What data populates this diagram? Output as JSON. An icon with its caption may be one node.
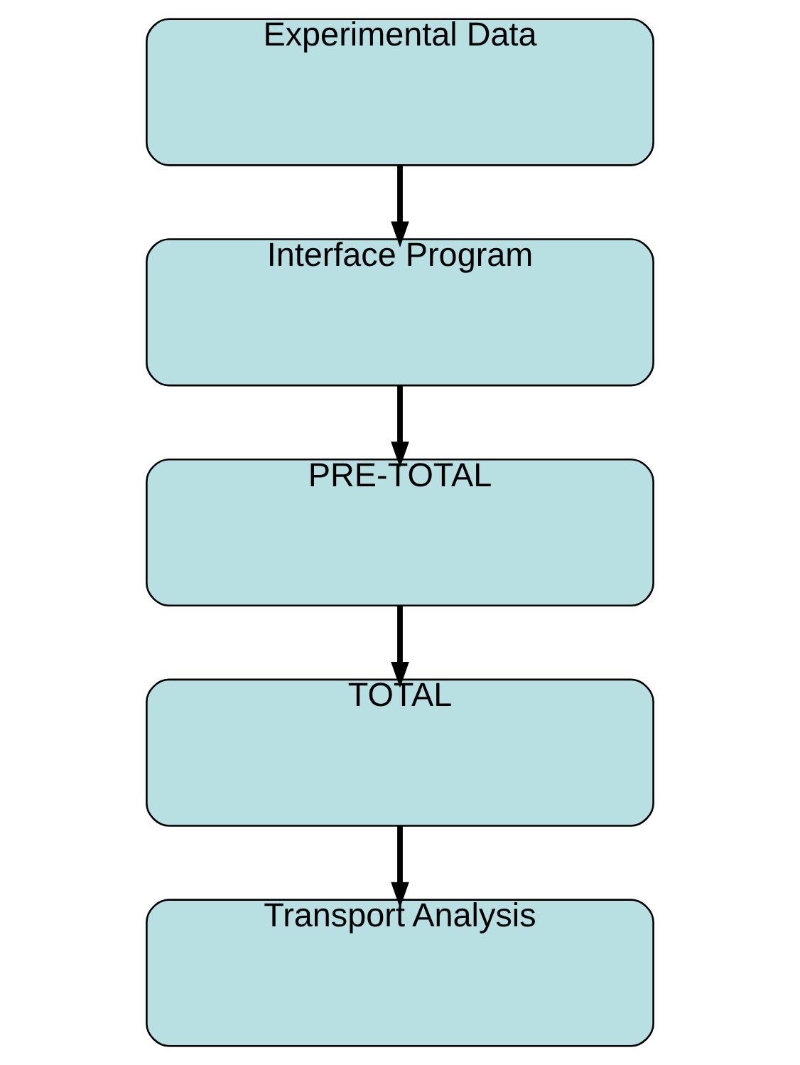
{
  "diagram": {
    "nodes": [
      {
        "text": [
          "Experimental Data"
        ]
      },
      {
        "text": [
          "Interface Program"
        ]
      },
      {
        "text": [
          "PRE-TOTAL"
        ]
      },
      {
        "text": [
          "TOTAL"
        ]
      },
      {
        "text": [
          "Transport Analysis"
        ]
      }
    ],
    "edges": [
      {
        "from": 0,
        "to": 1,
        "arrow": "to"
      },
      {
        "from": 1,
        "to": 2,
        "arrow": "to"
      },
      {
        "from": 2,
        "to": 3,
        "arrow": "to"
      },
      {
        "from": 3,
        "to": 4,
        "arrow": "to"
      }
    ]
  }
}
